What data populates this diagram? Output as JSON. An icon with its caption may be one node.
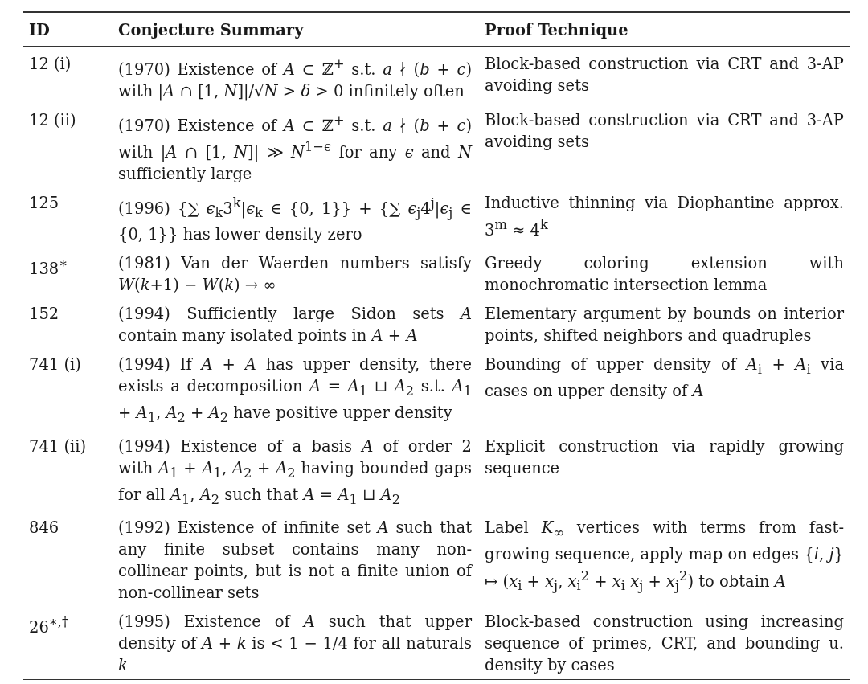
{
  "diagram": {
    "labels": [
      "ID",
      "Conjecture Summary",
      "Proof Technique",
      "12 (i)",
      "(1970) Existence of *A* ⊂ ℤ$^{+}$ s.t. *a* ∤ (*b* + *c*) with |*A* ∩ [1, *N*]|/√*N* > *δ* > 0 infinitely often",
      "Block-based construction via CRT and 3-AP avoiding sets",
      "12 (ii)",
      "(1970) Existence of *A* ⊂ ℤ$^{+}$ s.t. *a* ∤ (*b* + *c*) with |*A* ∩ [1, *N*]| ≫ *N*$^{1−ϵ}$ for any *ϵ* and *N* sufficiently large",
      "Block-based construction via CRT and 3-AP avoiding sets",
      "125",
      "(1996) {∑ *ϵ*$_{k}$3$^{k}$|*ϵ*$_{k}$ ∈ {0, 1}} + {∑ *ϵ*$_{j}$4$^{j}$|*ϵ*$_{j}$ ∈ {0, 1}} has lower density zero",
      "Inductive thinning via Diophantine approx. 3$^{m}$ ≈ 4$^{k}$",
      "138$^{∗}$",
      "(1981) Van der Waerden numbers satisfy *W*(*k*+1) − *W*(*k*) → ∞",
      "Greedy coloring extension with monochromatic intersection lemma",
      "152",
      "(1994) Sufficiently large Sidon sets *A* contain many isolated points in *A* + *A*",
      "Elementary argument by bounds on interior points, shifted neighbors and quadruples",
      "741 (i)",
      "(1994) If *A* + *A* has upper density, there exists a decomposition *A* = *A*$_{1}$ ⊔ *A*$_{2}$ s.t. *A*$_{1}$ + *A*$_{1}$, *A*$_{2}$ + *A*$_{2}$ have positive upper density",
      "Bounding of upper density of *A*$_{i}$ + *A*$_{i}$ via cases on upper density of *A*",
      "741 (ii)",
      "(1994) Existence of a basis *A* of order 2 with *A*$_{1}$ + *A*$_{1}$, *A*$_{2}$ + *A*$_{2}$ having bounded gaps for all *A*$_{1}$, *A*$_{2}$ such that *A* = *A*$_{1}$ ⊔ *A*$_{2}$",
      "Explicit construction via rapidly growing sequence",
      "846",
      "(1992) Existence of infinite set *A* such that any finite subset contains many non-collinear points, but is not a finite union of non-collinear sets",
      "Label *K*$_{∞}$ vertices with terms from fast-growing sequence, apply map on edges {*i*, *j*} ↦ (*x*$_{i}$ + *x*$_{j}$, *x*$_{i}$$^{2}$ + *x*$_{i}$ *x*$_{j}$ + *x*$_{j}$$^{2}$) to obtain *A*",
      "26$^{∗,†}$",
      "(1995) Existence of *A* such that upper density of *A* + *k* is < 1 − 1/4 for all naturals *k*",
      "Block-based construction using increasing sequence of primes, CRT, and bounding u. density by cases"
    ]
  }
}
